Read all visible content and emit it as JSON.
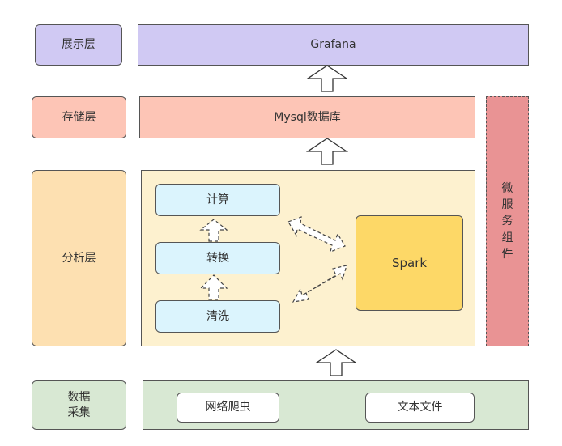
{
  "layers": {
    "presentation": {
      "label": "展示层",
      "content": "Grafana"
    },
    "storage": {
      "label": "存储层",
      "content": "Mysql数据库"
    },
    "analysis": {
      "label": "分析层",
      "steps": [
        "计算",
        "转换",
        "清洗"
      ],
      "engine": "Spark"
    },
    "collection": {
      "label_line1": "数据",
      "label_line2": "采集",
      "sources": [
        "网络爬虫",
        "文本文件"
      ]
    }
  },
  "microservice": {
    "chars": [
      "微",
      "服",
      "务",
      "组",
      "件"
    ]
  },
  "colors": {
    "presentation": "#d0c9f3",
    "storage": "#fdc5b6",
    "analysis_label": "#fde0b1",
    "analysis_area": "#fdf1cf",
    "collection": "#d8e8d3",
    "step": "#dbf4fd",
    "engine": "#fdd867",
    "microservice": "#e99394"
  }
}
